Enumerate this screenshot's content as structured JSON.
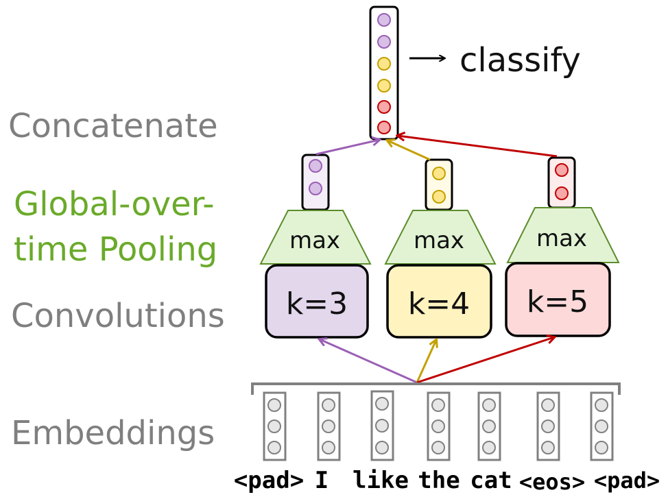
{
  "stage_labels": {
    "concatenate": "Concatenate",
    "pooling_line1": "Global-over-",
    "pooling_line2": "time Pooling",
    "convolutions": "Convolutions",
    "embeddings": "Embeddings"
  },
  "output_label": "classify",
  "pool_label": "max",
  "filters": [
    {
      "label": "k=3",
      "fill": "#e3d7ec",
      "color": "#9b5fb5",
      "dot_fill": "#d8bfe6"
    },
    {
      "label": "k=4",
      "fill": "#fff3c0",
      "color": "#c4a000",
      "dot_fill": "#fde68a"
    },
    {
      "label": "k=5",
      "fill": "#fdd9d9",
      "color": "#c00000",
      "dot_fill": "#f7a8a8"
    }
  ],
  "tokens": [
    "<pad>",
    "I",
    "like",
    "the",
    "cat",
    "<eos>",
    "<pad>"
  ],
  "colors": {
    "stage_gray": "#7f7f7f",
    "pooling_green": "#6aaa2a",
    "trapezoid_fill": "#e2f3d4",
    "trapezoid_stroke": "#5b8c2a",
    "embedding_stroke": "#808080",
    "embedding_dot": "#e6e6e6"
  }
}
